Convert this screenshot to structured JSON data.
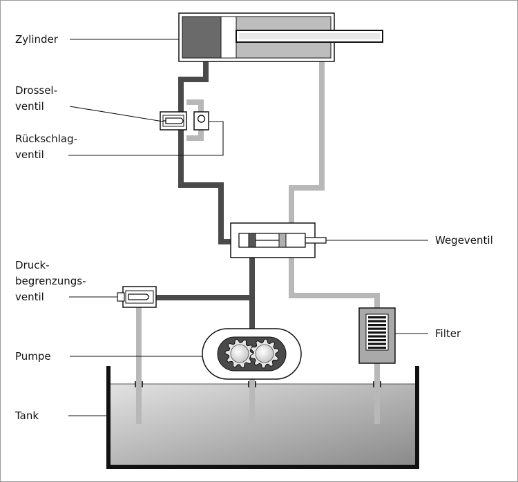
{
  "labels": {
    "zylinder": "Zylinder",
    "drossel_1": "Drossel-",
    "drossel_2": "ventil",
    "rueck_1": "Rückschlag-",
    "rueck_2": "ventil",
    "wegeventil": "Wegeventil",
    "druck_1": "Druck-",
    "druck_2": "begrenzungs-",
    "druck_3": "ventil",
    "filter": "Filter",
    "pumpe": "Pumpe",
    "tank": "Tank"
  },
  "colors": {
    "pressure_line": "#4a4a4a",
    "return_line": "#b8b8b8",
    "outline": "#111111",
    "cylinder_chamber": "#6a6a6a",
    "cylinder_body": "#bdbdbd",
    "filter_body": "#a9a9a9",
    "tank_fluid_top": "#d6d6d6",
    "tank_fluid_bottom": "#8a8a8a"
  }
}
